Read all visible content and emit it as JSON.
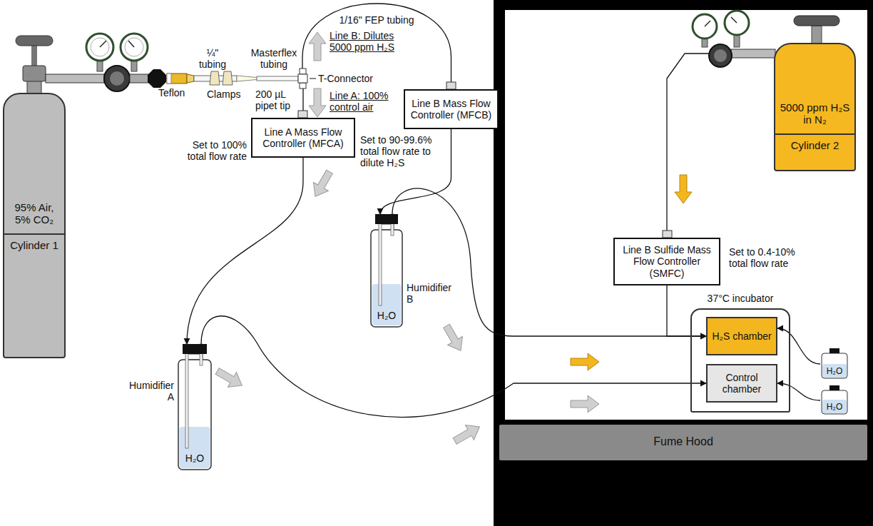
{
  "diagram": {
    "nodes": [
      {
        "text": [
          "95% Air, 5% CO₂",
          "Cylinder 1"
        ]
      },
      {
        "text": [
          "Line A Mass Flow Controller (MFCA)"
        ]
      },
      {
        "text": [
          "Line B Mass Flow Controller (MFCB)"
        ]
      },
      {
        "text": [
          "Humidifier A",
          "H₂O"
        ]
      },
      {
        "text": [
          "Humidifier B",
          "H₂O"
        ]
      },
      {
        "text": [
          "Fume Hood"
        ]
      },
      {
        "text": [
          "5000 ppm H₂S in N₂",
          "Cylinder 2"
        ],
        "in": 5
      },
      {
        "text": [
          "Line B Sulfide Mass Flow Controller (SMFC)"
        ],
        "in": 5
      },
      {
        "text": [
          "37°C incubator"
        ],
        "in": 5
      },
      {
        "text": [
          "H₂S chamber"
        ],
        "in": 8
      },
      {
        "text": [
          "Control chamber"
        ],
        "in": 8
      },
      {
        "text": [
          "H₂O"
        ],
        "in": 5
      },
      {
        "text": [
          "H₂O"
        ],
        "in": 5
      }
    ],
    "edges": [
      {
        "from": 0,
        "to": 1,
        "arrow": "to"
      },
      {
        "from": 0,
        "to": 2,
        "arrow": "to"
      },
      {
        "from": 1,
        "to": 3,
        "arrow": "to"
      },
      {
        "from": 2,
        "to": 4,
        "arrow": "to"
      },
      {
        "from": 4,
        "to": 9,
        "arrow": "to"
      },
      {
        "from": 3,
        "to": 10,
        "arrow": "to"
      },
      {
        "from": 6,
        "to": 7,
        "arrow": "to"
      },
      {
        "from": 7,
        "to": 9,
        "arrow": "to"
      },
      {
        "from": 11,
        "to": 9,
        "arrow": "to"
      },
      {
        "from": 12,
        "to": 10,
        "arrow": "to"
      }
    ],
    "labels": [
      "1/16\" FEP tubing",
      "Line B: Dilutes 5000 ppm H₂S",
      "T-Connector",
      "Line A: 100% control air",
      "¼\" tubing",
      "Teflon",
      "Clamps",
      "Masterflex tubing",
      "200 µL pipet tip",
      "Set to 100% total flow rate",
      "Set to 90-99.6% total flow rate to dilute H₂S",
      "Set to 0.4-10% total flow rate"
    ]
  }
}
